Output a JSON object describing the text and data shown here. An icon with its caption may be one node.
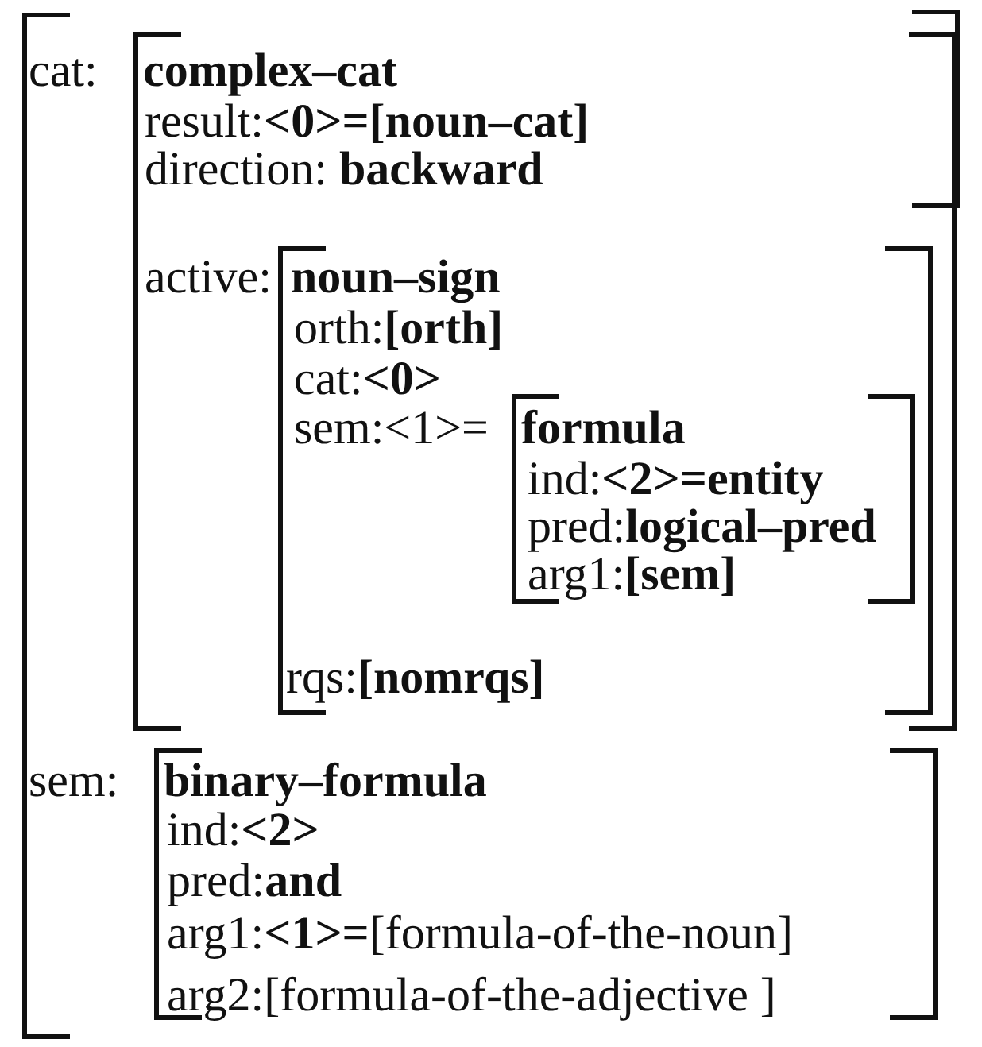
{
  "diagram": {
    "nodes": [
      {
        "text": [
          "cat:",
          "sem:"
        ]
      },
      {
        "text": [
          "complex–cat",
          "result:**<0>=[noun–cat]**",
          "direction: **backward**",
          "active:"
        ],
        "in": 0
      },
      {
        "text": [
          "noun–sign",
          "orth:**[orth]**",
          "cat:**<0>**",
          "sem:<1>=",
          "rqs:**[nomrqs]**"
        ],
        "in": 1
      },
      {
        "text": [
          "formula",
          "ind:**<2>=entity**",
          "pred:**logical–pred**",
          "arg1:**[sem]**"
        ],
        "in": 2
      },
      {
        "text": [
          "binary–formula",
          "ind:**<2>**",
          "pred:**and**",
          "arg1:**<1>=**[formula-of-the-noun]",
          "arg2:[formula-of-the-adjective ]"
        ],
        "in": 0
      }
    ]
  }
}
